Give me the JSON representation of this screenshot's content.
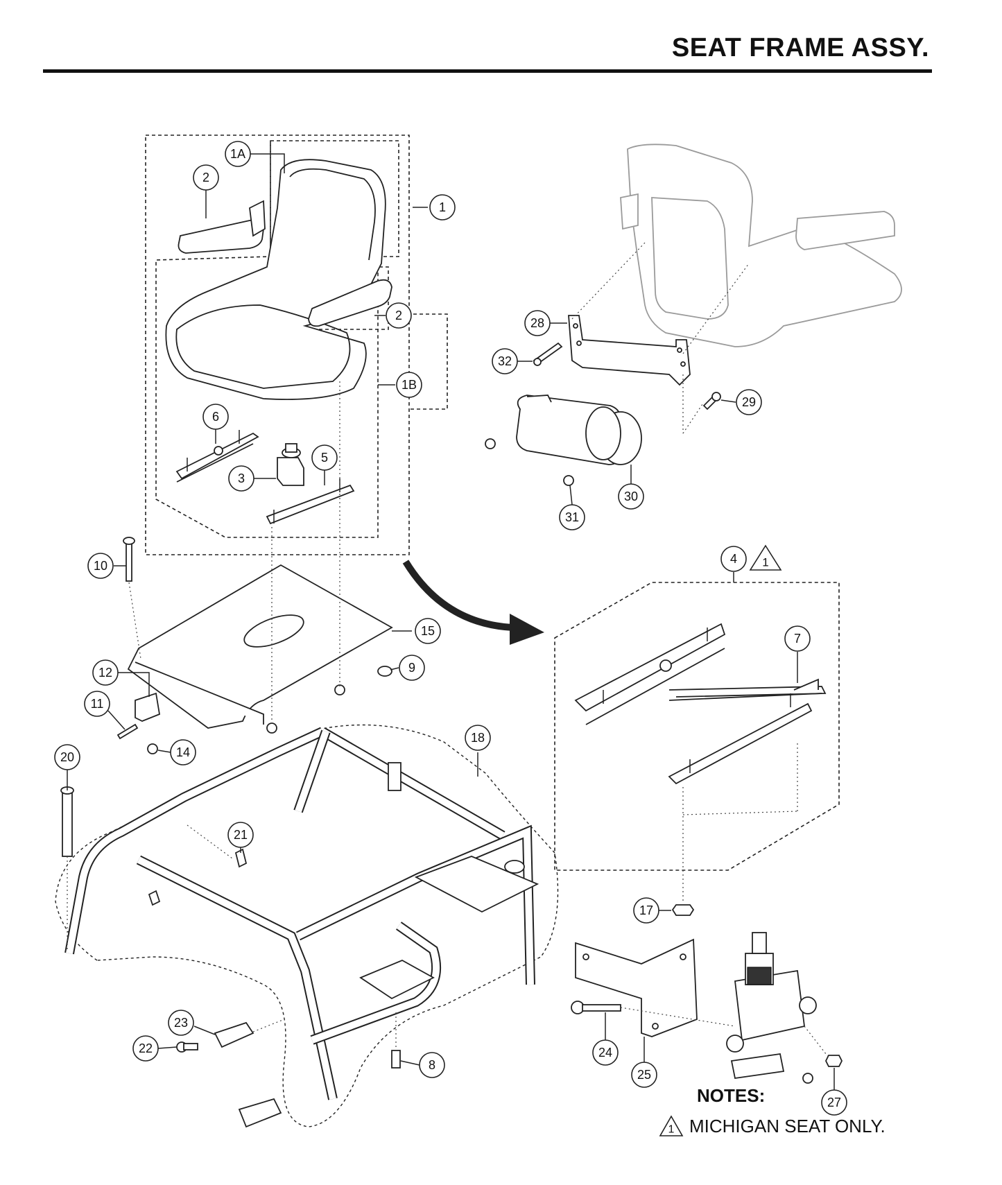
{
  "header": {
    "title": "SEAT FRAME ASSY."
  },
  "callouts": {
    "c1": "1",
    "c1a": "1A",
    "c1b": "1B",
    "c2a": "2",
    "c2b": "2",
    "c3": "3",
    "c4": "4",
    "c5": "5",
    "c6": "6",
    "c7": "7",
    "c8": "8",
    "c9": "9",
    "c10": "10",
    "c11": "11",
    "c12": "12",
    "c14": "14",
    "c15": "15",
    "c17": "17",
    "c18": "18",
    "c20": "20",
    "c21": "21",
    "c22": "22",
    "c23": "23",
    "c24": "24",
    "c25": "25",
    "c27": "27",
    "c28": "28",
    "c29": "29",
    "c30": "30",
    "c31": "31",
    "c32": "32",
    "warning_mark": "1"
  },
  "notes": {
    "heading": "NOTES:",
    "items": [
      {
        "mark": "1",
        "text": "MICHIGAN SEAT ONLY."
      }
    ]
  },
  "colors": {
    "line": "#222222",
    "seat_back_ghost": "#9a9a9a"
  }
}
